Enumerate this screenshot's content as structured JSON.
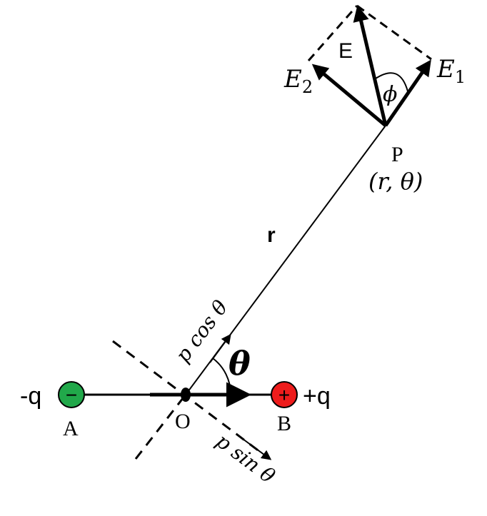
{
  "charges": {
    "negative": {
      "label": "-q",
      "symbol": "−",
      "point_label": "A",
      "color": "#21a84a"
    },
    "positive": {
      "label": "+q",
      "symbol": "+",
      "point_label": "B",
      "color": "#ee1c1c"
    }
  },
  "origin_label": "O",
  "point": {
    "label": "P",
    "coords": "(r, θ)"
  },
  "distance_label": "r",
  "angle_label": "θ",
  "component_labels": {
    "parallel": "p cos θ",
    "perpendicular": "p sin θ"
  },
  "field_labels": {
    "resultant": "E",
    "radial_prefix": "E",
    "radial_sub": "1",
    "transverse_prefix": "E",
    "transverse_sub": "2",
    "angle": "ϕ"
  }
}
